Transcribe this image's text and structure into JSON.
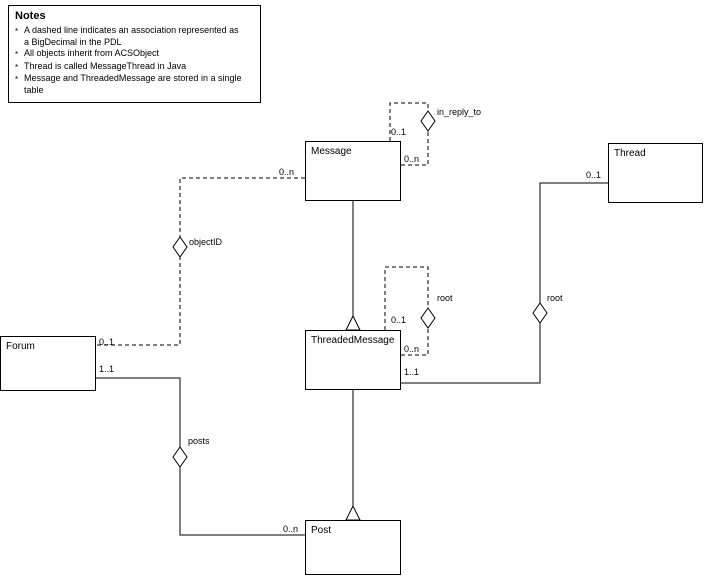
{
  "diagram": {
    "background": "#ffffff",
    "line_color": "#000000"
  },
  "notes": {
    "title": "Notes",
    "bullet": "*",
    "items": [
      "A dashed line indicates an association represented as a BigDecimal in the PDL",
      "All objects inherit from ACSObject",
      "Thread is called MessageThread in Java",
      "Message and ThreadedMessage are stored in a single table"
    ]
  },
  "classes": {
    "message": {
      "name": "Message"
    },
    "thread": {
      "name": "Thread"
    },
    "forum": {
      "name": "Forum"
    },
    "threaded_message": {
      "name": "ThreadedMessage"
    },
    "post": {
      "name": "Post"
    }
  },
  "associations": {
    "in_reply_to": {
      "label": "in_reply_to",
      "message_top_end": "0..1",
      "message_side_end": "0..n"
    },
    "object_id": {
      "label": "objectID",
      "message_end": "0..n",
      "forum_end": "0..1"
    },
    "root_self": {
      "label": "root",
      "tm_top_end": "0..1",
      "tm_side_end": "0..n"
    },
    "root_thread": {
      "label": "root",
      "thread_end": "0..1",
      "threaded_message_end": "1..1"
    },
    "posts": {
      "label": "posts",
      "forum_end": "1..1",
      "post_end": "0..n"
    }
  }
}
